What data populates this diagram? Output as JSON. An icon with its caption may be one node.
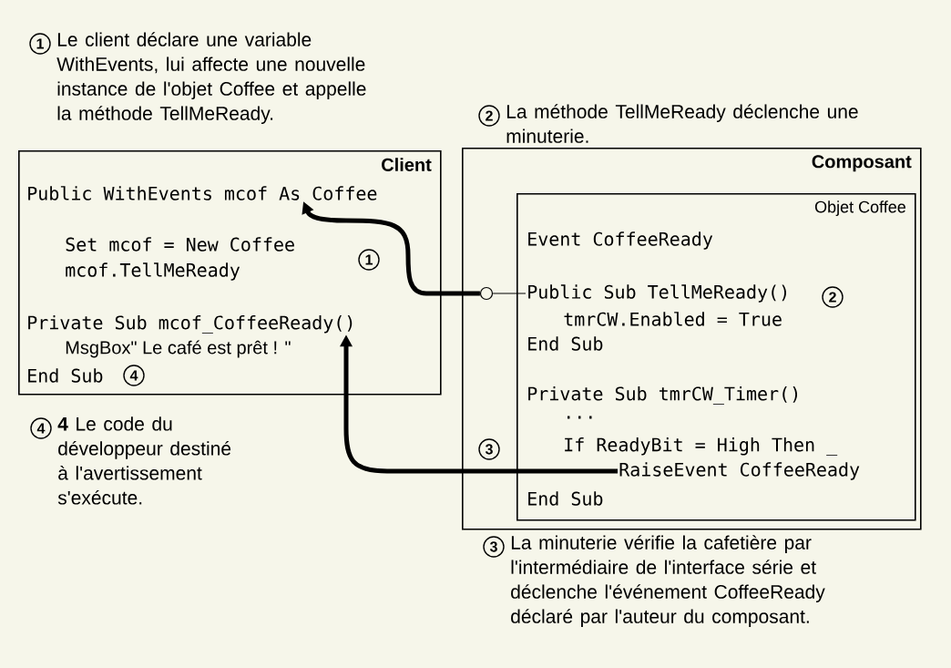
{
  "diagram": {
    "nodes": [
      {
        "text": [
          "Client"
        ]
      },
      {
        "text": [
          "Public WithEvents mcof As Coffee"
        ],
        "in": 0
      },
      {
        "text": [
          "Set mcof = New Coffee"
        ],
        "in": 0
      },
      {
        "text": [
          "mcof.TellMeReady"
        ],
        "in": 0
      },
      {
        "text": [
          "Private Sub mcof_CoffeeReady()"
        ],
        "in": 0
      },
      {
        "text": [
          "MsgBox\" Le café est prêt ! \""
        ],
        "in": 0
      },
      {
        "text": [
          "End Sub"
        ],
        "in": 0
      },
      {
        "text": [
          "Composant"
        ]
      },
      {
        "text": [
          "Objet Coffee"
        ],
        "in": 7
      },
      {
        "text": [
          "Event CoffeeReady"
        ],
        "in": 8
      },
      {
        "text": [
          "Public Sub TellMeReady()"
        ],
        "in": 8
      },
      {
        "text": [
          "tmrCW.Enabled = True"
        ],
        "in": 8
      },
      {
        "text": [
          "End Sub"
        ],
        "in": 8
      },
      {
        "text": [
          "Private Sub tmrCW_Timer()"
        ],
        "in": 8
      },
      {
        "text": [
          "..."
        ],
        "in": 8
      },
      {
        "text": [
          "If ReadyBit = High Then _"
        ],
        "in": 8
      },
      {
        "text": [
          "RaiseEvent CoffeeReady"
        ],
        "in": 8
      },
      {
        "text": [
          "End Sub"
        ],
        "in": 8
      },
      {
        "text": [],
        "shape": "circle",
        "in": 7
      },
      {
        "text": [
          "1"
        ],
        "beside": [
          "Le client déclare une variable WithEvents, lui affecte une nouvelle instance de l'objet Coffee et appelle la méthode TellMeReady."
        ]
      },
      {
        "text": [
          "2"
        ],
        "beside": [
          "La méthode TellMeReady déclenche une minuterie."
        ]
      },
      {
        "text": [
          "1"
        ],
        "in": 0
      },
      {
        "text": [
          "4"
        ],
        "in": 0
      },
      {
        "text": [
          "2"
        ],
        "in": 8
      },
      {
        "text": [
          "3"
        ],
        "in": 7
      },
      {
        "text": [
          "4"
        ],
        "beside": [
          "**4** Le code du développeur destiné à l'avertissement s'exécute."
        ]
      },
      {
        "text": [
          "3"
        ],
        "beside": [
          "La minuterie vérifie la cafetière par l'intermédiaire de l'interface série et déclenche l'événement CoffeeReady déclaré par l'auteur du composant."
        ]
      }
    ],
    "edges": [
      {
        "from": 18,
        "to": 1,
        "arrow": "to"
      },
      {
        "from": 18,
        "to": 10,
        "arrow": "none"
      },
      {
        "from": 16,
        "to": 4,
        "arrow": "to"
      }
    ]
  }
}
